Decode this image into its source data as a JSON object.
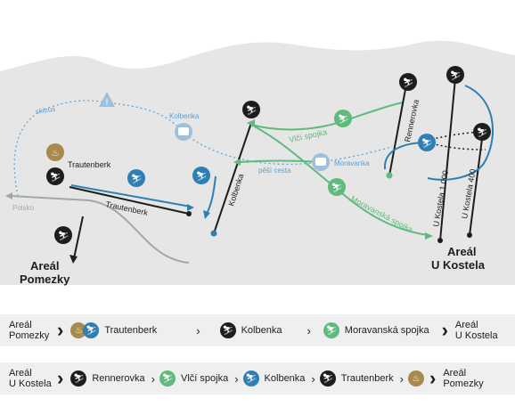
{
  "colors": {
    "dark": "#1d1d1b",
    "green": "#5fba7d",
    "blue": "#2f7fb5",
    "gray": "#9fa9a8",
    "bus": "#9ec0da",
    "brown": "#a88a4e",
    "background": "#e6e6e6"
  },
  "map": {
    "areas": {
      "pomezky": [
        "Areál",
        "Pomezky"
      ],
      "ukostela": [
        "Areál",
        "U Kostela"
      ]
    },
    "labels": {
      "skibus": "skibus",
      "kolbenka_stop": "Kolbenka",
      "moravanka_stop": "Moravanka",
      "trautenberk_lift": "Trautenberk",
      "trautenberk_run": "Trautenberk",
      "kolbenka_run": "Kolbenka",
      "vlci_spojka": "Vlčí spojka",
      "pesi_cesta": "pěší cesta",
      "moravanska_spojka": "Moravanská spojka",
      "rennerovka": "Rennerovka",
      "polsko": "Polsko",
      "ukostela_1000": "U Kostela 1 000",
      "ukostela_400": "U Kostela 400"
    },
    "icons": {
      "warning": "warning-icon",
      "bus": "bus-icon",
      "lift": "ski-lift-icon",
      "restaurant": "restaurant-icon"
    }
  },
  "route1": {
    "start": [
      "Areál",
      "Pomezky"
    ],
    "stops": [
      {
        "label": "Trautenberk",
        "icons": [
          "restaurant-icon",
          "skier-icon"
        ]
      },
      {
        "label": "Kolbenka",
        "icons": [
          "skier-icon"
        ]
      },
      {
        "label": "Moravanská spojka",
        "icons": [
          "skier-icon"
        ]
      }
    ],
    "end": [
      "Areál",
      "U Kostela"
    ]
  },
  "route2": {
    "start": [
      "Areál",
      "U Kostela"
    ],
    "stops": [
      {
        "label": "Rennerovka",
        "icons": [
          "skier-icon"
        ]
      },
      {
        "label": "Vlčí spojka",
        "icons": [
          "skier-icon"
        ]
      },
      {
        "label": "Kolbenka",
        "icons": [
          "skier-icon"
        ]
      },
      {
        "label": "Trautenberk",
        "icons": [
          "skier-icon"
        ]
      }
    ],
    "end": [
      "Areál",
      "Pomezky"
    ]
  }
}
